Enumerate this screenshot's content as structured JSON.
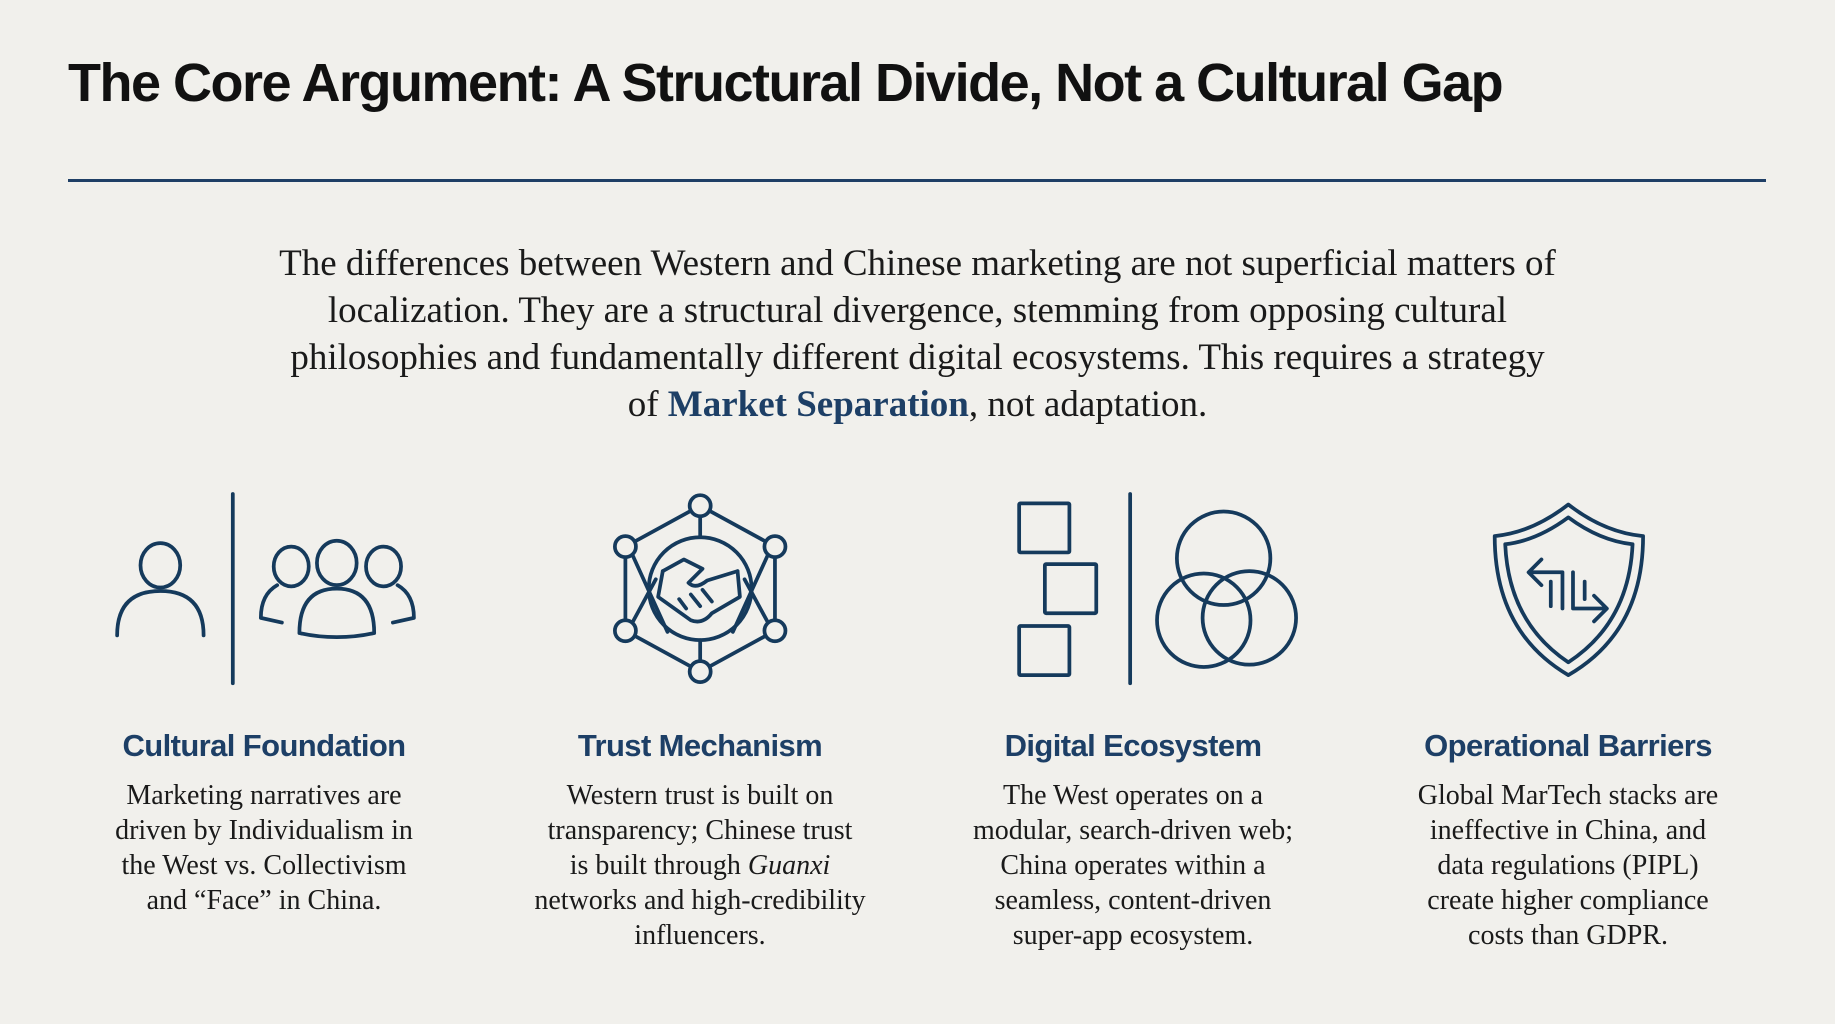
{
  "title": "The Core Argument: A Structural Divide, Not a Cultural Gap",
  "intro": {
    "line1": "The differences between Western and Chinese marketing are not superficial matters of",
    "line2": "localization. They are a structural divergence, stemming from opposing cultural",
    "line3": "philosophies  and fundamentally different digital ecosystems. This requires a strategy",
    "line4_pre": "of ",
    "line4_highlight": "Market Separation",
    "line4_post": ", not adaptation."
  },
  "colors": {
    "accent": "#1d3f66",
    "icon": "#153a5c",
    "background": "#f1f0ec"
  },
  "columns": [
    {
      "icon": "individual-vs-group-icon",
      "heading": "Cultural Foundation",
      "lines": [
        "Marketing narratives are",
        "driven by Individualism in",
        "the West vs. Collectivism",
        "and “Face” in China."
      ]
    },
    {
      "icon": "handshake-network-icon",
      "heading": "Trust Mechanism",
      "lines": [
        "Western trust is built on",
        "transparency; Chinese trust"
      ],
      "line3_pre": "is built through ",
      "line3_italic": "Guanxi",
      "lines_after": [
        "networks and high-credibility",
        "influencers."
      ]
    },
    {
      "icon": "modular-vs-integrated-icon",
      "heading": "Digital Ecosystem",
      "lines": [
        "The West operates on a",
        "modular, search-driven web;",
        "China operates within a",
        "seamless, content-driven",
        "super-app ecosystem."
      ]
    },
    {
      "icon": "shield-exchange-icon",
      "heading": "Operational Barriers",
      "lines": [
        "Global MarTech stacks are",
        "ineffective in China, and",
        "data regulations (PIPL)",
        "create higher compliance",
        "costs than GDPR."
      ]
    }
  ]
}
